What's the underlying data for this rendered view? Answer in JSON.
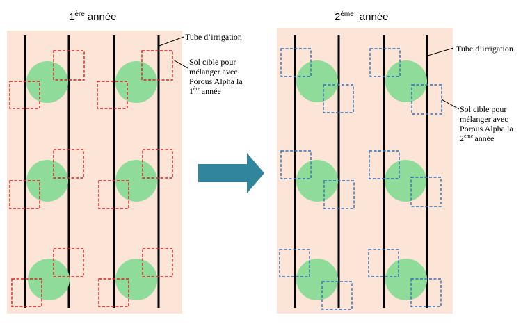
{
  "colors": {
    "field": "#FCE4D6",
    "plant": "#8FDC9A",
    "tube": "#000000",
    "year1_target": "#D91E1E",
    "year2_target": "#2F6FB7",
    "arrow": "#31859C"
  },
  "year1": {
    "title_number": "1",
    "title_sup": "ère",
    "title_word": "année",
    "tube_label": "Tube d’irrigation",
    "target_label": {
      "line1": "Sol cible pour",
      "line2": "mélanger avec",
      "line3": "Porous Alpha la",
      "line4_number": "1",
      "line4_sup": "ère",
      "line4_word": "année"
    }
  },
  "year2": {
    "title_number": "2",
    "title_sup": "ème",
    "title_word": "année",
    "tube_label": "Tube d’irrigation",
    "target_label": {
      "line1": "Sol cible pour",
      "line2": "mélanger avec",
      "line3": "Porous Alpha la",
      "line4_number": "2",
      "line4_sup": "ème",
      "line4_word": "année"
    }
  },
  "arrow_icon": "right-arrow-icon"
}
